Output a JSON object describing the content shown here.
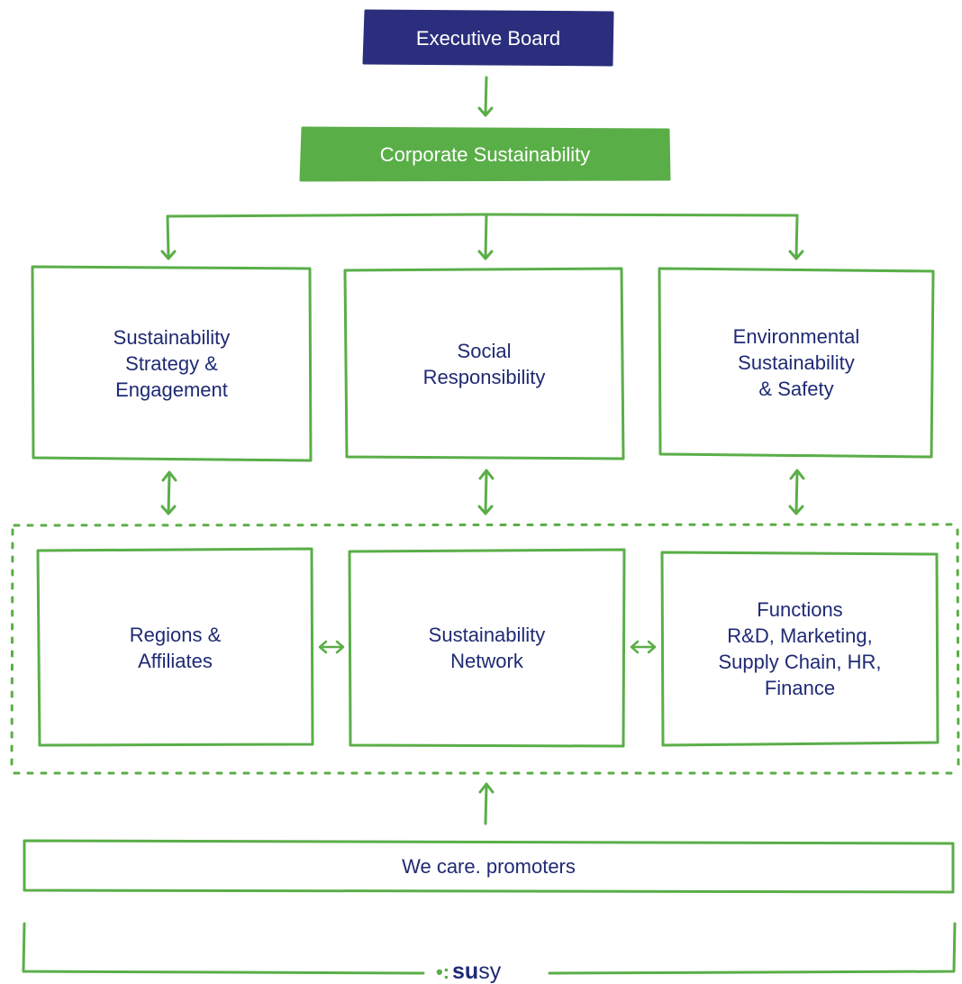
{
  "colors": {
    "navy": "#2a2e7c",
    "green": "#5aae48",
    "text": "#1f2a74"
  },
  "diagram": {
    "executive_board": "Executive Board",
    "corporate_sustainability": "Corporate Sustainability",
    "units": {
      "strategy": [
        "Sustainability",
        "Strategy &",
        "Engagement"
      ],
      "social": [
        "Social",
        "Responsibility"
      ],
      "environment": [
        "Environmental",
        "Sustainability",
        "& Safety"
      ]
    },
    "network": {
      "regions": [
        "Regions &",
        "Affiliates"
      ],
      "sustainability_network": [
        "Sustainability",
        "Network"
      ],
      "functions": [
        "Functions",
        "R&D, Marketing,",
        "Supply Chain, HR,",
        "Finance"
      ]
    },
    "promoters": "We care. promoters",
    "logo": {
      "part1": "su",
      "part2": "sy",
      "icon": "dots-icon"
    }
  }
}
